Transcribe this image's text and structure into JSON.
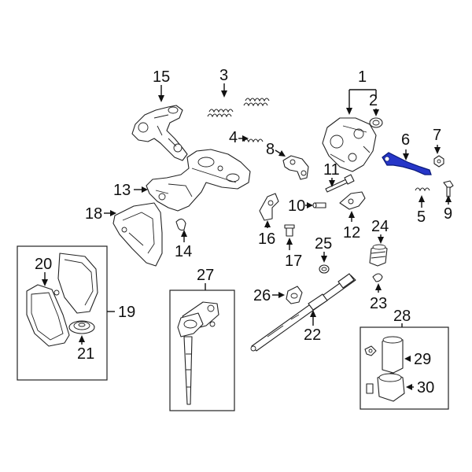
{
  "callouts": {
    "n1": "1",
    "n2": "2",
    "n3": "3",
    "n4": "4",
    "n5": "5",
    "n6": "6",
    "n7": "7",
    "n8": "8",
    "n9": "9",
    "n10": "10",
    "n11": "11",
    "n12": "12",
    "n13": "13",
    "n14": "14",
    "n15": "15",
    "n16": "16",
    "n17": "17",
    "n18": "18",
    "n19": "19",
    "n20": "20",
    "n21": "21",
    "n22": "22",
    "n23": "23",
    "n24": "24",
    "n25": "25",
    "n26": "26",
    "n27": "27",
    "n28": "28",
    "n29": "29",
    "n30": "30"
  },
  "colors": {
    "line": "#222222",
    "background": "#ffffff",
    "highlight_fill": "#2636c8",
    "highlight_stroke": "#0a1a7a"
  },
  "highlighted_part": "6"
}
